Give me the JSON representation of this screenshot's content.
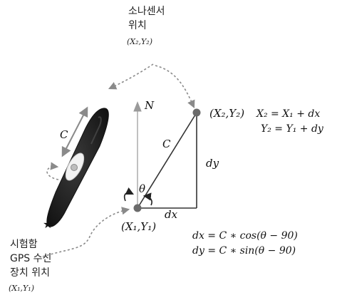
{
  "sonar": {
    "title_line1": "소나센서",
    "title_line2": "위치",
    "coords": "(X₂,Y₂)"
  },
  "gps": {
    "line1": "시험함",
    "line2": "GPS 수신",
    "line3": "장치 위치",
    "coords": "(X₁,Y₁)"
  },
  "labels": {
    "north": "N",
    "theta": "θ",
    "hyp": "C",
    "ship_length": "C",
    "dx": "dx",
    "dy": "dy",
    "point2": "(X₂,Y₂)",
    "point1": "(X₁,Y₁)"
  },
  "equations": {
    "x2": "X₂ = X₁ + dx",
    "y2": "Y₂ = Y₁ + dy",
    "dx": "dx = C ∗ cos(θ − 90)",
    "dy": "dy = C ∗ sin(θ − 90)"
  },
  "colors": {
    "point": "#6b6b6b",
    "ship": "#1f1f1f",
    "dashed": "#8a8a8a",
    "arrow": "#888888",
    "line": "#333333"
  }
}
